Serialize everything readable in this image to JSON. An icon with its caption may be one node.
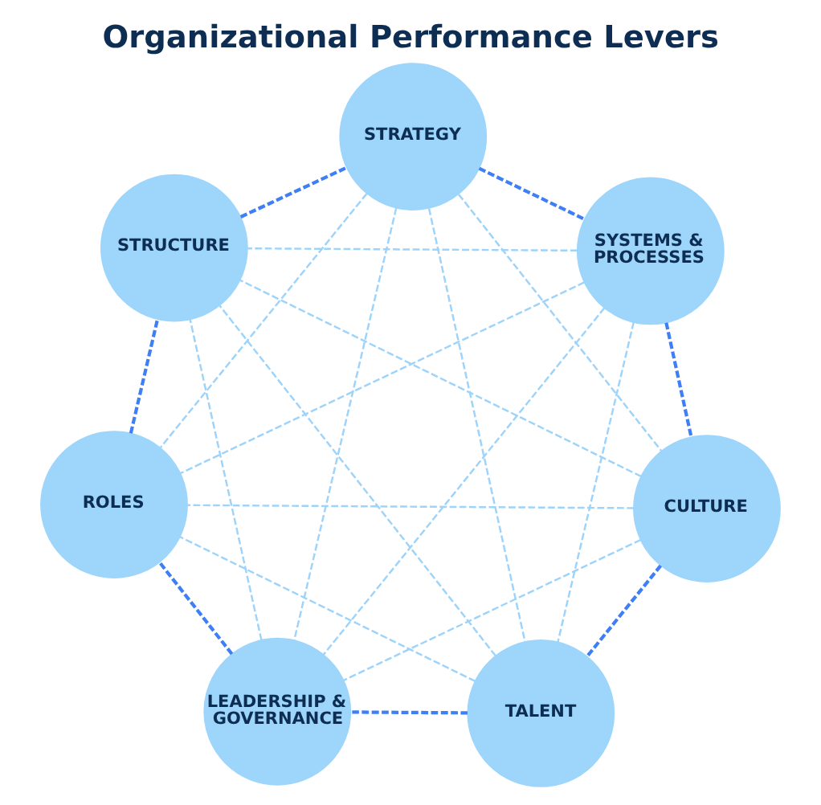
{
  "diagram": {
    "title": "Organizational Performance Levers",
    "nodes": [
      {
        "text": [
          "STRATEGY"
        ]
      },
      {
        "text": [
          "SYSTEMS & PROCESSES"
        ]
      },
      {
        "text": [
          "CULTURE"
        ]
      },
      {
        "text": [
          "TALENT"
        ]
      },
      {
        "text": [
          "LEADERSHIP & GOVERNANCE"
        ]
      },
      {
        "text": [
          "ROLES"
        ]
      },
      {
        "text": [
          "STRUCTURE"
        ]
      }
    ],
    "edges": [
      {
        "from": 0,
        "to": 1,
        "arrow": "none",
        "style": "dashed",
        "color": "#3f7ff5"
      },
      {
        "from": 1,
        "to": 2,
        "arrow": "none",
        "style": "dashed",
        "color": "#3f7ff5"
      },
      {
        "from": 2,
        "to": 3,
        "arrow": "none",
        "style": "dashed",
        "color": "#3f7ff5"
      },
      {
        "from": 3,
        "to": 4,
        "arrow": "none",
        "style": "dashed",
        "color": "#3f7ff5"
      },
      {
        "from": 4,
        "to": 5,
        "arrow": "none",
        "style": "dashed",
        "color": "#3f7ff5"
      },
      {
        "from": 5,
        "to": 6,
        "arrow": "none",
        "style": "dashed",
        "color": "#3f7ff5"
      },
      {
        "from": 6,
        "to": 0,
        "arrow": "none",
        "style": "dashed",
        "color": "#3f7ff5"
      },
      {
        "from": 0,
        "to": 2,
        "arrow": "none",
        "style": "dashed"
      },
      {
        "from": 0,
        "to": 3,
        "arrow": "none",
        "style": "dashed"
      },
      {
        "from": 0,
        "to": 4,
        "arrow": "none",
        "style": "dashed"
      },
      {
        "from": 0,
        "to": 5,
        "arrow": "none",
        "style": "dashed"
      },
      {
        "from": 1,
        "to": 3,
        "arrow": "none",
        "style": "dashed"
      },
      {
        "from": 1,
        "to": 4,
        "arrow": "none",
        "style": "dashed"
      },
      {
        "from": 1,
        "to": 5,
        "arrow": "none",
        "style": "dashed"
      },
      {
        "from": 1,
        "to": 6,
        "arrow": "none",
        "style": "dashed"
      },
      {
        "from": 2,
        "to": 4,
        "arrow": "none",
        "style": "dashed"
      },
      {
        "from": 2,
        "to": 5,
        "arrow": "none",
        "style": "dashed"
      },
      {
        "from": 2,
        "to": 6,
        "arrow": "none",
        "style": "dashed"
      },
      {
        "from": 3,
        "to": 5,
        "arrow": "none",
        "style": "dashed"
      },
      {
        "from": 3,
        "to": 6,
        "arrow": "none",
        "style": "dashed"
      },
      {
        "from": 4,
        "to": 6,
        "arrow": "none",
        "style": "dashed"
      }
    ]
  }
}
